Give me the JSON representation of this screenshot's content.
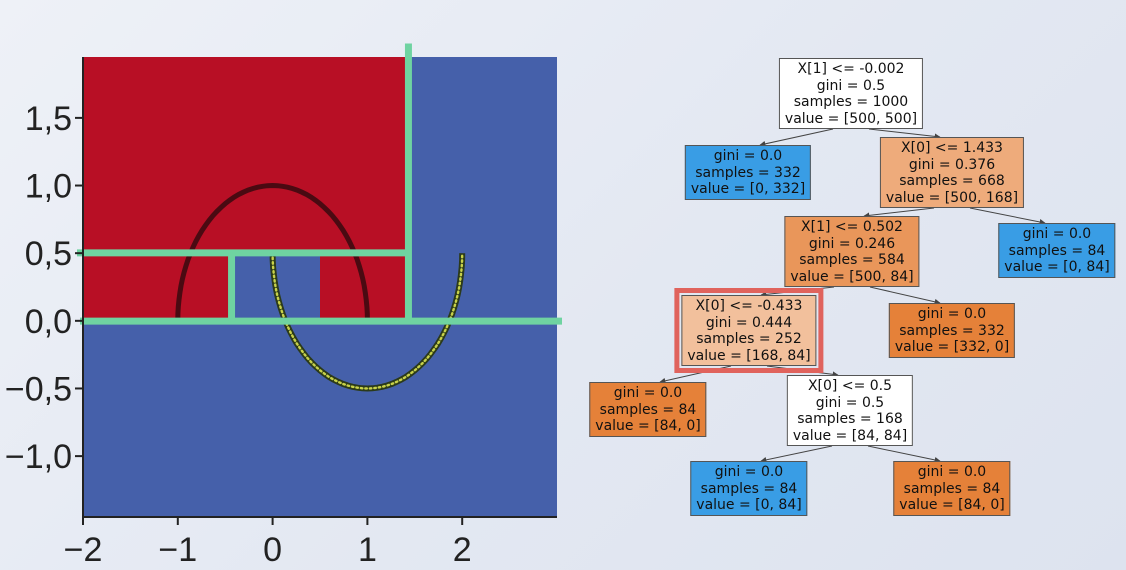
{
  "chart_data": {
    "type": "decision-boundary",
    "xlim": [
      -2,
      3
    ],
    "ylim": [
      -1.45,
      1.95
    ],
    "x_ticks": [
      "−2",
      "−1",
      "0",
      "1",
      "2"
    ],
    "x_tick_values": [
      -2,
      -1,
      0,
      1,
      2
    ],
    "y_ticks": [
      "1,5",
      "1,0",
      "0,5",
      "0,0",
      "−0,5",
      "−1,0"
    ],
    "y_tick_values": [
      1.5,
      1.0,
      0.5,
      0.0,
      -0.5,
      -1.0
    ],
    "regions": [
      {
        "class": "blue",
        "x": [
          -2,
          3
        ],
        "y": [
          -1.45,
          1.95
        ]
      },
      {
        "class": "red",
        "x": [
          -2,
          1.433
        ],
        "y": [
          -0.002,
          1.95
        ]
      },
      {
        "class": "blue",
        "x": [
          -0.433,
          0.5
        ],
        "y": [
          -0.002,
          0.502
        ]
      },
      {
        "class": "blue",
        "x": [
          1.433,
          3
        ],
        "y": [
          -0.002,
          1.95
        ]
      }
    ],
    "splits": [
      {
        "axis": "y",
        "value": -0.002,
        "from": -2,
        "to": 3
      },
      {
        "axis": "x",
        "value": 1.433,
        "from": -0.002,
        "to": 2.05
      },
      {
        "axis": "y",
        "value": 0.502,
        "from": -2,
        "to": 1.433
      },
      {
        "axis": "x",
        "value": -0.433,
        "from": -0.002,
        "to": 0.502
      }
    ],
    "series": [
      {
        "class": "dark",
        "shape": "upper moon",
        "center": [
          0,
          0
        ],
        "radius": 1,
        "color": "#4a0a12"
      },
      {
        "class": "yellow",
        "shape": "lower moon",
        "center": [
          1,
          0.5
        ],
        "radius": 1,
        "color": "#2b3a1a"
      }
    ],
    "colors": {
      "red": "#b80f25",
      "blue": "#4560aa",
      "split": "#6fd3a1"
    }
  },
  "tree": {
    "nodes": [
      {
        "id": "root",
        "lines": [
          "X[1] <= -0.002",
          "gini = 0.5",
          "samples = 1000",
          "value = [500, 500]"
        ],
        "fill": "#ffffff"
      },
      {
        "id": "n1",
        "lines": [
          "gini = 0.0",
          "samples = 332",
          "value = [0, 332]"
        ],
        "fill": "#399de5"
      },
      {
        "id": "n2",
        "lines": [
          "X[0] <= 1.433",
          "gini = 0.376",
          "samples = 668",
          "value = [500, 168]"
        ],
        "fill": "#eeab7b"
      },
      {
        "id": "n3",
        "lines": [
          "X[1] <= 0.502",
          "gini = 0.246",
          "samples = 584",
          "value = [500, 84]"
        ],
        "fill": "#e9965a"
      },
      {
        "id": "n4",
        "lines": [
          "gini = 0.0",
          "samples = 84",
          "value = [0, 84]"
        ],
        "fill": "#399de5"
      },
      {
        "id": "n5",
        "lines": [
          "X[0] <= -0.433",
          "gini = 0.444",
          "samples = 252",
          "value = [168, 84]"
        ],
        "fill": "#f2c09c",
        "selected": true
      },
      {
        "id": "n6",
        "lines": [
          "gini = 0.0",
          "samples = 332",
          "value = [332, 0]"
        ],
        "fill": "#e58139"
      },
      {
        "id": "n7",
        "lines": [
          "gini = 0.0",
          "samples = 84",
          "value = [84, 0]"
        ],
        "fill": "#e58139"
      },
      {
        "id": "n8",
        "lines": [
          "X[0] <= 0.5",
          "gini = 0.5",
          "samples = 168",
          "value = [84, 84]"
        ],
        "fill": "#ffffff"
      },
      {
        "id": "n9",
        "lines": [
          "gini = 0.0",
          "samples = 84",
          "value = [0, 84]"
        ],
        "fill": "#399de5"
      },
      {
        "id": "n10",
        "lines": [
          "gini = 0.0",
          "samples = 84",
          "value = [84, 0]"
        ],
        "fill": "#e58139"
      }
    ],
    "edges": [
      [
        "root",
        "n1"
      ],
      [
        "root",
        "n2"
      ],
      [
        "n2",
        "n3"
      ],
      [
        "n2",
        "n4"
      ],
      [
        "n3",
        "n5"
      ],
      [
        "n3",
        "n6"
      ],
      [
        "n5",
        "n7"
      ],
      [
        "n5",
        "n8"
      ],
      [
        "n8",
        "n9"
      ],
      [
        "n8",
        "n10"
      ]
    ]
  }
}
